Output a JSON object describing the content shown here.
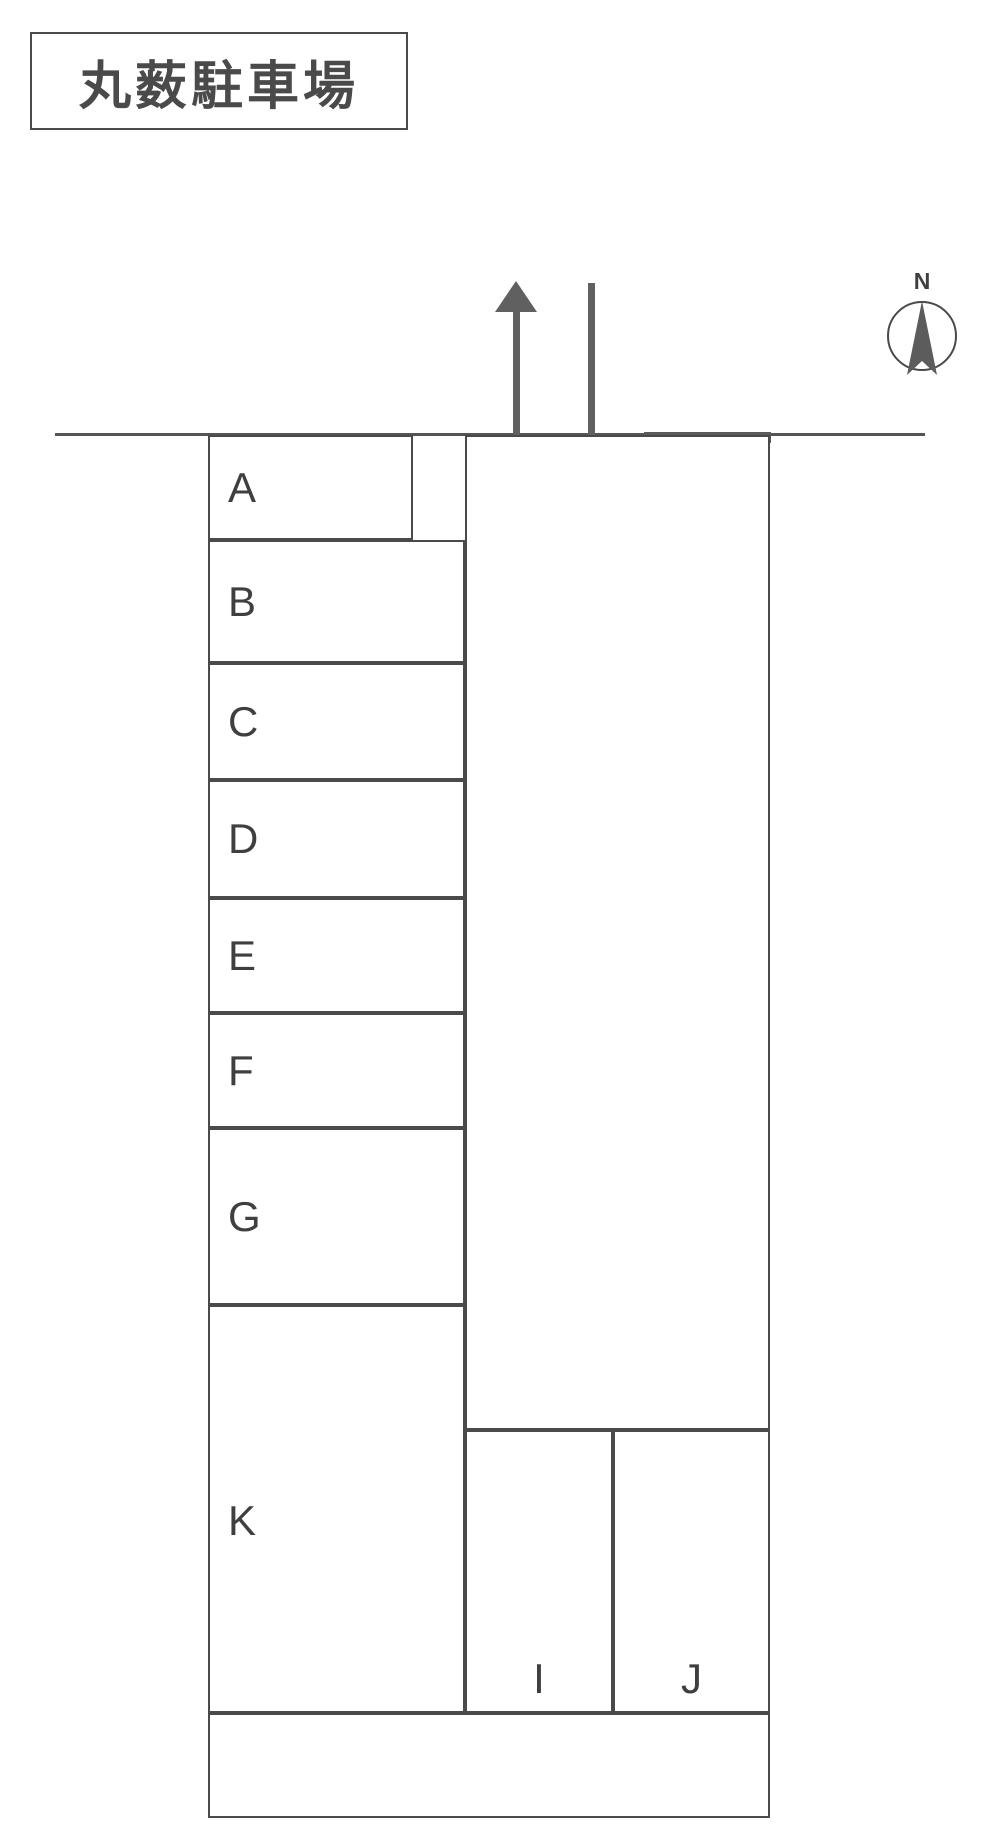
{
  "title": {
    "text": "丸薮駐車場",
    "meaning": "Maruyabu Parking Lot"
  },
  "compass": {
    "label": "N",
    "icon": "north-arrow-icon"
  },
  "traffic_flow": {
    "inbound_arrow": "arrow-up-icon",
    "outbound_arrow": "arrow-down-icon"
  },
  "road": {
    "entrance_marker": "entrance-barrier"
  },
  "lot": {
    "spaces": [
      {
        "id": "A",
        "label": "A"
      },
      {
        "id": "B",
        "label": "B"
      },
      {
        "id": "C",
        "label": "C"
      },
      {
        "id": "D",
        "label": "D"
      },
      {
        "id": "E",
        "label": "E"
      },
      {
        "id": "F",
        "label": "F"
      },
      {
        "id": "G",
        "label": "G"
      },
      {
        "id": "K",
        "label": "K"
      },
      {
        "id": "I",
        "label": "I"
      },
      {
        "id": "J",
        "label": "J"
      }
    ]
  },
  "colors": {
    "line": "#4a4a4a",
    "arrow": "#606060",
    "text": "#3f3f3f",
    "background": "#ffffff"
  }
}
